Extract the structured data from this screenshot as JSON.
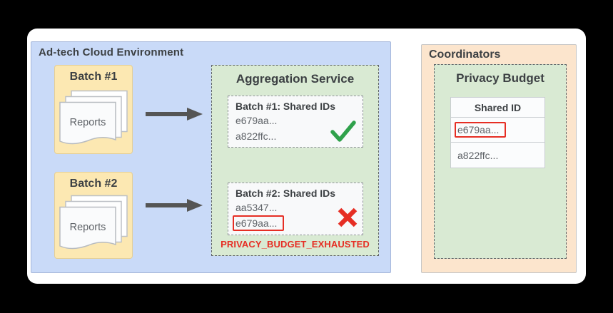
{
  "window": {
    "background": "#000000",
    "card_background": "#ffffff"
  },
  "adtech_environment": {
    "title": "Ad-tech Cloud Environment",
    "background": "#c9daf8",
    "batch1": {
      "label": "Batch #1",
      "reports_label": "Reports"
    },
    "batch2": {
      "label": "Batch #2",
      "reports_label": "Reports"
    }
  },
  "aggregation_service": {
    "title": "Aggregation Service",
    "background": "#d9ead3",
    "batch1_result": {
      "title": "Batch #1: Shared IDs",
      "ids": [
        "e679aa...",
        "a822ffc..."
      ],
      "status": "success",
      "status_icon": "check-icon"
    },
    "batch2_result": {
      "title": "Batch #2: Shared IDs",
      "ids": [
        "aa5347...",
        "e679aa..."
      ],
      "highlighted_id": "e679aa...",
      "status": "error",
      "status_icon": "x-icon"
    },
    "error_label": "PRIVACY_BUDGET_EXHAUSTED"
  },
  "coordinators": {
    "title": "Coordinators",
    "background": "#fce5cd",
    "privacy_budget": {
      "title": "Privacy Budget",
      "background": "#d9ead3",
      "table": {
        "header": "Shared ID",
        "rows": [
          "e679aa...",
          "a822ffc..."
        ],
        "highlighted_row": "e679aa..."
      }
    }
  },
  "colors": {
    "success_green": "#2fa14b",
    "error_red": "#e62e24",
    "arrow_gray": "#555555",
    "text_dark": "#3c4043",
    "text_gray": "#5f6368",
    "batch_yellow": "#fce8b2"
  }
}
